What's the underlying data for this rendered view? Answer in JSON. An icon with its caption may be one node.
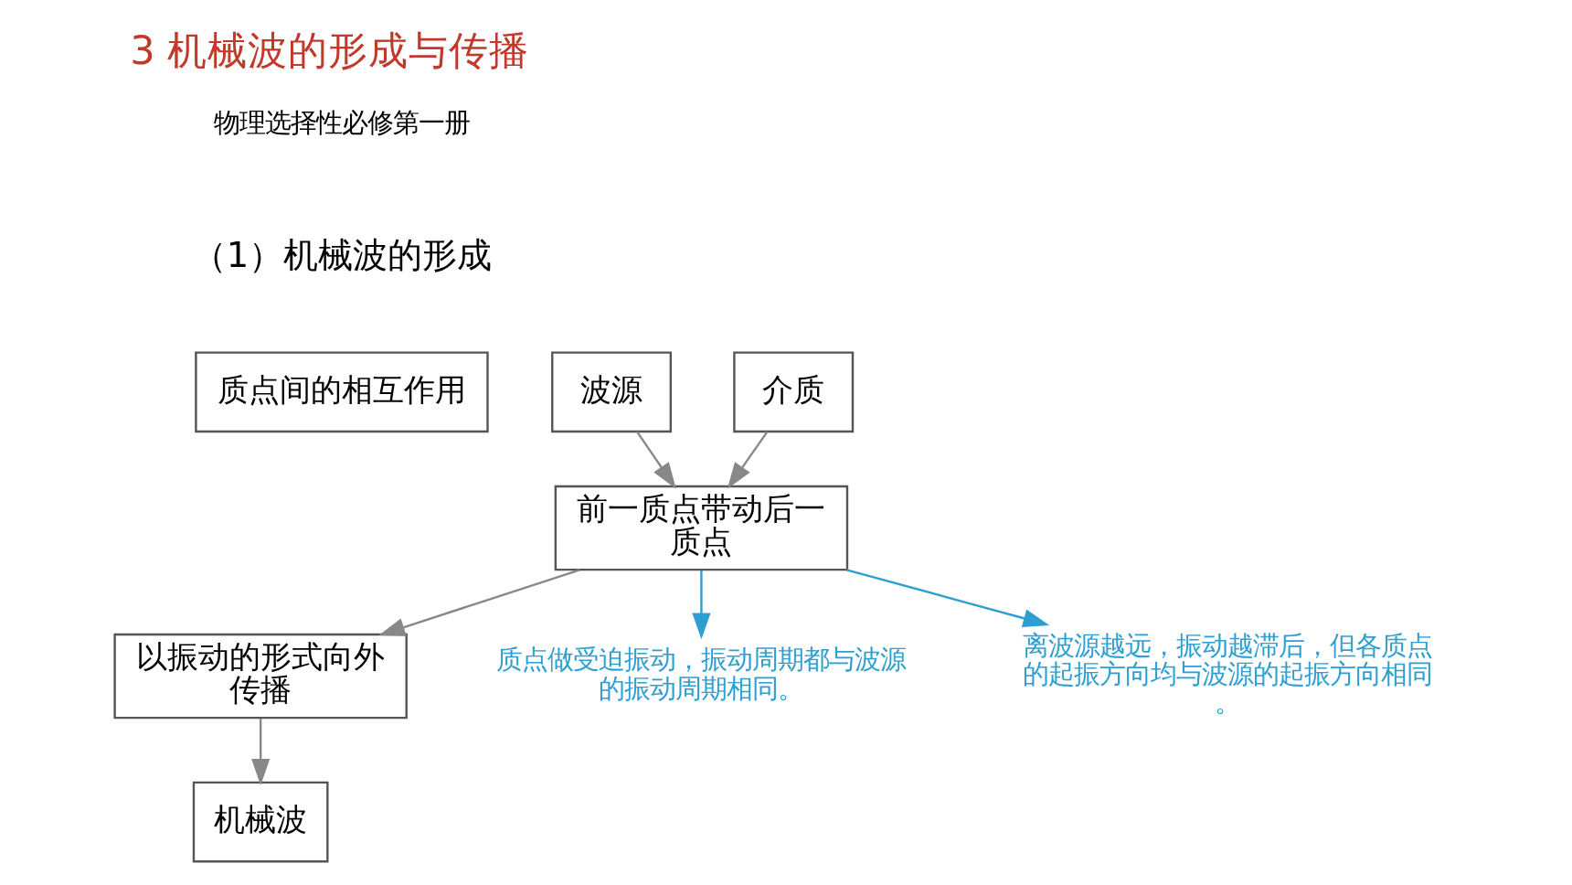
{
  "diagram": {
    "title": "3 机械波的形成与传播",
    "nodes": [
      {
        "text": [
          "波源"
        ]
      },
      {
        "text": [
          "介质"
        ]
      },
      {
        "text": [
          "质点间的相互作用"
        ]
      },
      {
        "text": [
          "前一质点带动后一质点"
        ]
      },
      {
        "text": [
          "以振动的形式向外传播"
        ]
      },
      {
        "text": [
          "机械波"
        ]
      },
      {
        "text": [
          "质点做受迫振动，振动周期都与波源的振动周期相同。"
        ]
      },
      {
        "text": [
          "离波源越远，振动越滞后，但各质点的起振方向均与波源的起振方向相同。"
        ]
      }
    ],
    "edges": [
      {
        "from": 0,
        "to": 3,
        "arrow": "to"
      },
      {
        "from": 1,
        "to": 3,
        "arrow": "to"
      },
      {
        "from": 3,
        "to": 4,
        "arrow": "to"
      },
      {
        "from": 4,
        "to": 5,
        "arrow": "to"
      },
      {
        "from": 3,
        "to": 6,
        "arrow": "to",
        "color": "#2e9fd0"
      },
      {
        "from": 3,
        "to": 7,
        "arrow": "to",
        "color": "#2e9fd0"
      }
    ],
    "labels": [
      "物理选择性必修第一册",
      "（1）机械波的形成"
    ]
  }
}
